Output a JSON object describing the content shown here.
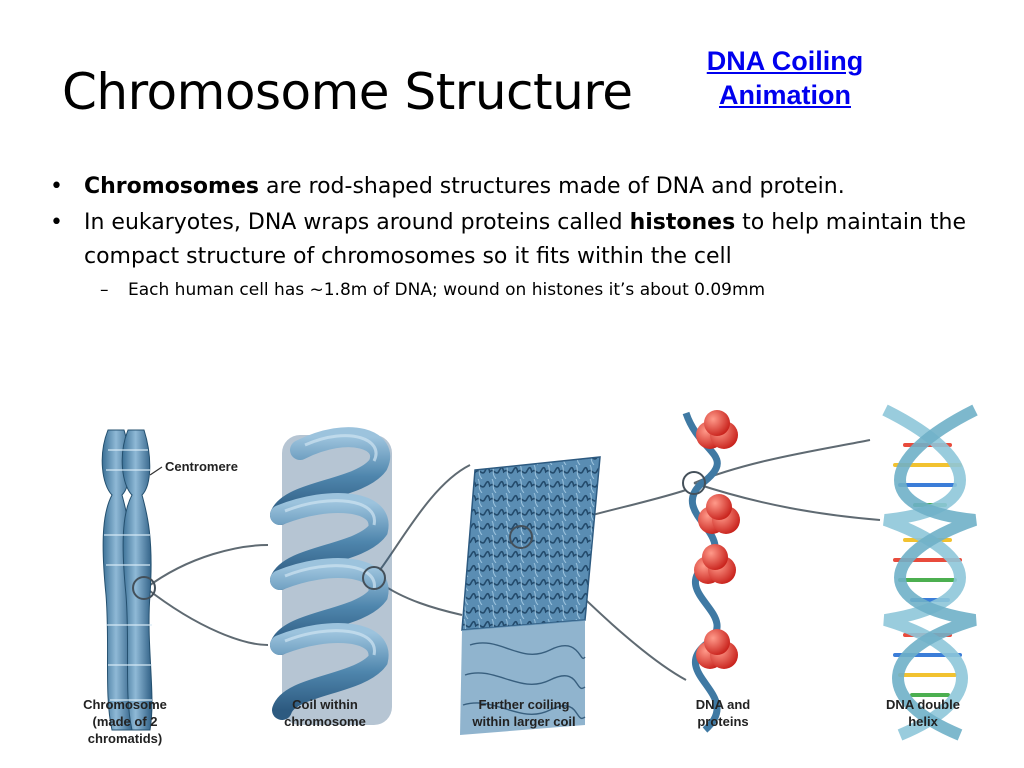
{
  "slide": {
    "title": "Chromosome Structure",
    "link": {
      "line1": "DNA Coiling",
      "line2": "Animation"
    }
  },
  "bullets": [
    {
      "bold": "Chromosomes",
      "text": " are rod-shaped structures made of DNA and protein."
    },
    {
      "pre": "In eukaryotes, DNA wraps around proteins called ",
      "bold": "histones",
      "post": " to help maintain the compact structure of chromosomes so it fits within the cell"
    }
  ],
  "sub_bullet": "Each human cell has ~1.8m of DNA; wound on histones it’s about 0.09mm",
  "figure": {
    "centromere_label": "Centromere",
    "captions": [
      [
        "Chromosome",
        "(made of 2",
        "chromatids)"
      ],
      [
        "Coil within",
        "chromosome"
      ],
      [
        "Further coiling",
        "within larger coil"
      ],
      [
        "DNA and",
        "proteins"
      ],
      [
        "DNA double",
        "helix"
      ]
    ]
  }
}
